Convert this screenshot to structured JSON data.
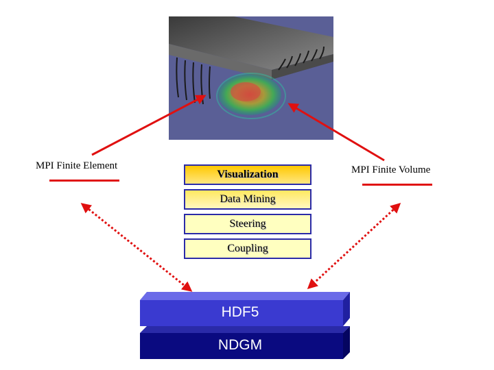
{
  "left_app": {
    "label": "MPI Finite Element"
  },
  "right_app": {
    "label": "MPI Finite Volume"
  },
  "stack": [
    {
      "label": "Visualization"
    },
    {
      "label": "Data Mining"
    },
    {
      "label": "Steering"
    },
    {
      "label": "Coupling"
    }
  ],
  "layers": {
    "hdf5": "HDF5",
    "ndgm": "NDGM"
  },
  "colors": {
    "arrow_red": "#e01010",
    "box_border": "#2a2aa8",
    "hdf5_face": "#3a3ad0",
    "ndgm_face": "#0a0a80",
    "viz_background": "#5a5f96"
  }
}
